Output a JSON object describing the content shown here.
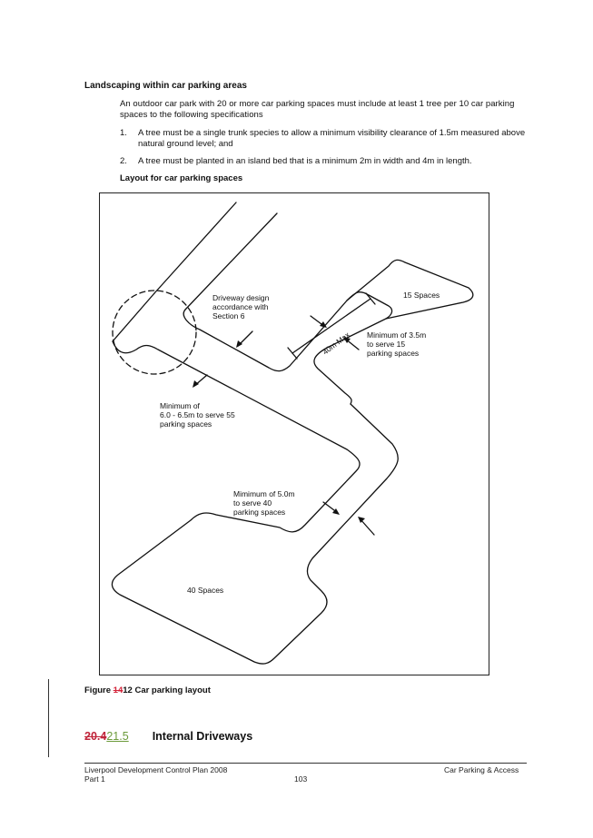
{
  "heading": "Landscaping within car parking areas",
  "paragraph": "An outdoor car park with 20 or more car parking spaces must include at least 1 tree per 10 car parking spaces to the following specifications",
  "list": [
    {
      "num": "1.",
      "text": "A tree must be a single trunk species to allow a minimum visibility clearance of 1.5m measured above natural ground level; and"
    },
    {
      "num": "2.",
      "text": "A tree must be planted in an island bed that is a minimum 2m in width and 4m in length."
    }
  ],
  "subheading": "Layout for car parking spaces",
  "figure": {
    "label_driveway_1": "Driveway design",
    "label_driveway_2": "accordance with",
    "label_driveway_3": "Section 6",
    "label_15_spaces": "15 Spaces",
    "label_40m_max": "40m Max",
    "label_min35_1": "Minimum of 3.5m",
    "label_min35_2": "to serve 15",
    "label_min35_3": "parking spaces",
    "label_min6_1": "Minimum of",
    "label_min6_2": "6.0 - 6.5m to serve 55",
    "label_min6_3": "parking spaces",
    "label_min5_1": "Mimimum of 5.0m",
    "label_min5_2": "to serve 40",
    "label_min5_3": "parking spaces",
    "label_40_spaces": "40 Spaces"
  },
  "caption": {
    "prefix": "Figure ",
    "deleted": "14",
    "rest": "12 Car parking layout"
  },
  "section": {
    "deleted_number": "20.4",
    "inserted_number": "21.5",
    "title": "Internal Driveways"
  },
  "footer": {
    "left_line1": "Liverpool Development Control Plan 2008",
    "left_line2": "Part 1",
    "page_number": "103",
    "right": "Car Parking & Access"
  }
}
